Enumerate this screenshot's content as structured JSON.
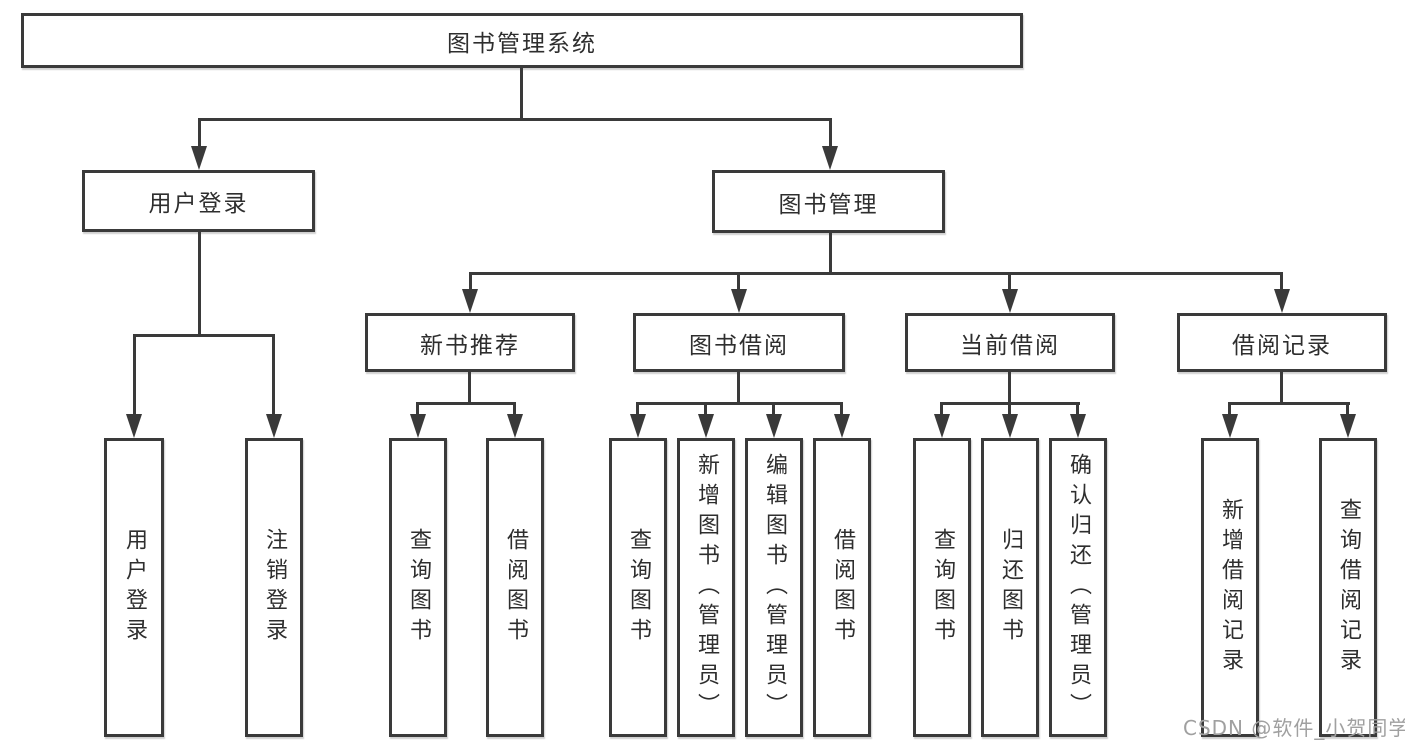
{
  "diagram": {
    "root": "图书管理系统",
    "level1": [
      "用户登录",
      "图书管理"
    ],
    "level2": [
      "新书推荐",
      "图书借阅",
      "当前借阅",
      "借阅记录"
    ],
    "leaves": {
      "user_login": [
        "用户登录",
        "注销登录"
      ],
      "new_book": [
        "查询图书",
        "借阅图书"
      ],
      "book_borrow": [
        "查询图书",
        "新增图书（管理员）",
        "编辑图书（管理员）",
        "借阅图书"
      ],
      "current_borrow": [
        "查询图书",
        "归还图书",
        "确认归还（管理员）"
      ],
      "borrow_records": [
        "新增借阅记录",
        "查询借阅记录"
      ]
    }
  },
  "watermark": "CSDN @软件_小贺同学",
  "colors": {
    "line": "#3a3a3a",
    "text": "#2e2e2e",
    "watermark": "#a0a0a0",
    "background": "#ffffff"
  }
}
